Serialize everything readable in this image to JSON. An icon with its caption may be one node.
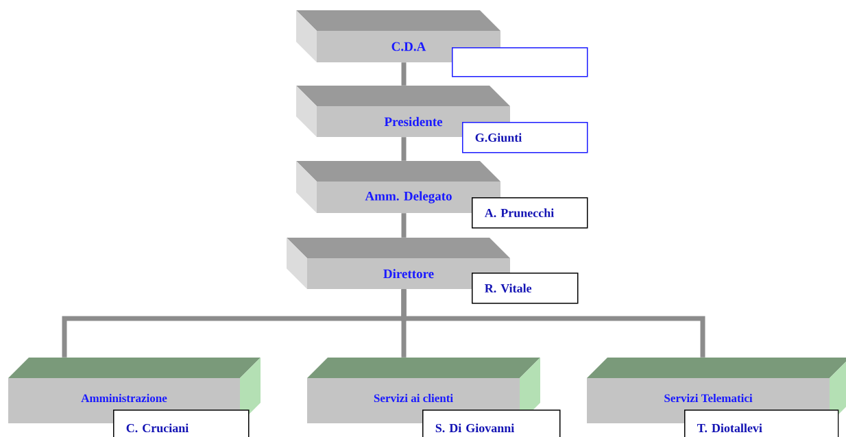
{
  "diagram": {
    "nodes": [
      {
        "text": [
          "C.D.A"
        ]
      },
      {
        "text": [],
        "shape": "box"
      },
      {
        "text": [
          "Presidente"
        ]
      },
      {
        "text": [
          "G.Giunti"
        ]
      },
      {
        "text": [
          "Amm. Delegato"
        ]
      },
      {
        "text": [
          "A. Prunecchi"
        ]
      },
      {
        "text": [
          "Direttore"
        ]
      },
      {
        "text": [
          "R. Vitale"
        ]
      },
      {
        "text": [
          "Amministrazione"
        ]
      },
      {
        "text": [
          "C. Cruciani"
        ]
      },
      {
        "text": [
          "Servizi ai clienti"
        ]
      },
      {
        "text": [
          "S. Di Giovanni"
        ]
      },
      {
        "text": [
          "Servizi Telematici"
        ]
      },
      {
        "text": [
          "T. Diotallevi"
        ]
      }
    ],
    "edges": [
      {
        "from": 0,
        "to": 2,
        "arrow": "none"
      },
      {
        "from": 2,
        "to": 4,
        "arrow": "none"
      },
      {
        "from": 4,
        "to": 6,
        "arrow": "none"
      },
      {
        "from": 6,
        "to": 8,
        "arrow": "none"
      },
      {
        "from": 6,
        "to": 10,
        "arrow": "none"
      },
      {
        "from": 6,
        "to": 12,
        "arrow": "none"
      }
    ]
  }
}
